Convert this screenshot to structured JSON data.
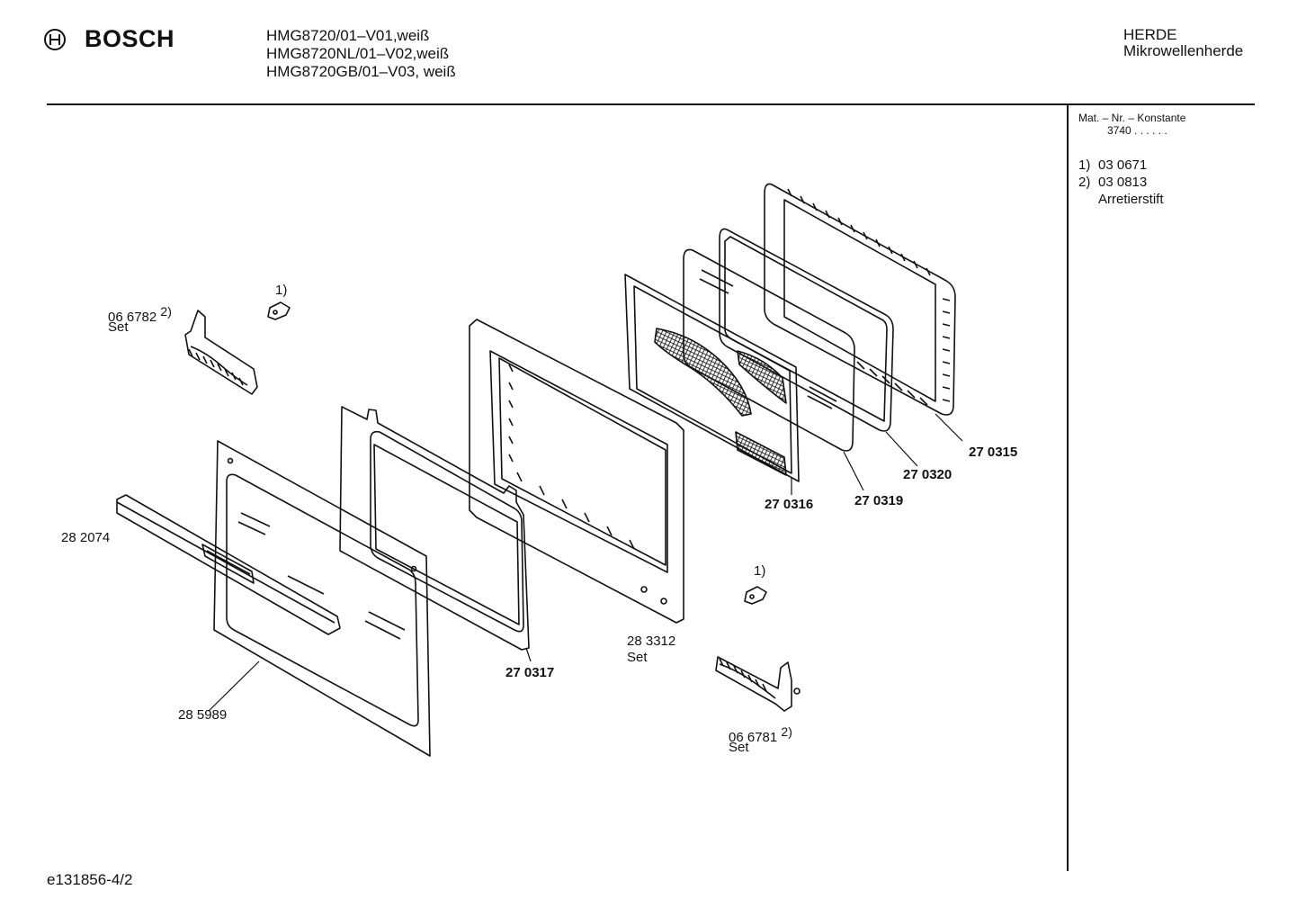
{
  "header": {
    "brand": "BOSCH",
    "models": [
      "HMG8720/01–V01,weiß",
      "HMG8720NL/01–V02,weiß",
      "HMG8720GB/01–V03, weiß"
    ],
    "category": "HERDE",
    "subcategory": "Mikrowellenherde"
  },
  "sidebar": {
    "mat_label": "Mat. – Nr. – Konstante",
    "mat_value": "3740 . . . . . .",
    "notes": [
      {
        "key": "1)",
        "value": "03 0671"
      },
      {
        "key": "2)",
        "value": "03 0813"
      }
    ],
    "note_description": "Arretierstift"
  },
  "parts": {
    "hinge_left": {
      "number": "06 6782",
      "note": "2)",
      "set": "Set"
    },
    "pin_top": {
      "note": "1)"
    },
    "handle": {
      "number": "28 2074"
    },
    "outer_glass": {
      "number": "28 5989"
    },
    "gasket_frame": {
      "number": "27 0317"
    },
    "door_frame": {
      "number": "28 3312",
      "set": "Set"
    },
    "mesh_panel": {
      "number": "27 0316"
    },
    "glass_pane": {
      "number": "27 0319"
    },
    "seal": {
      "number": "27 0320"
    },
    "choke_frame": {
      "number": "27 0315"
    },
    "pin_bottom": {
      "note": "1)"
    },
    "hinge_right": {
      "number": "06 6781",
      "note": "2)",
      "set": "Set"
    }
  },
  "footer": {
    "doc_code": "e131856-4/2"
  }
}
